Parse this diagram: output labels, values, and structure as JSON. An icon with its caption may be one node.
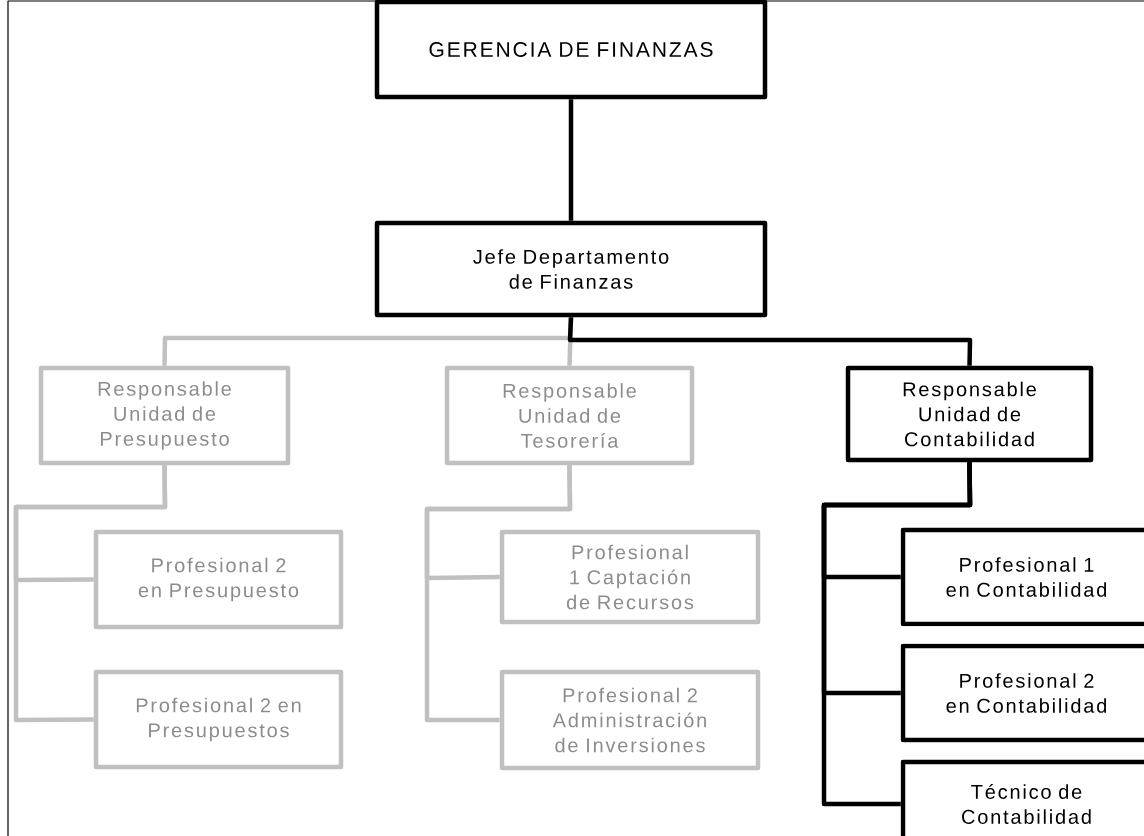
{
  "diagram": {
    "nodes": [
      {
        "text": [
          "GERENCIA DE FINANZAS"
        ]
      },
      {
        "text": [
          "Jefe Departamento de Finanzas"
        ]
      },
      {
        "text": [
          "Responsable Unidad de Presupuesto"
        ]
      },
      {
        "text": [
          "Responsable Unidad de Tesorería"
        ]
      },
      {
        "text": [
          "Responsable Unidad de Contabilidad"
        ]
      },
      {
        "text": [
          "Profesional 2 en Presupuesto"
        ]
      },
      {
        "text": [
          "Profesional 2 en Presupuestos"
        ]
      },
      {
        "text": [
          "Profesional 1 Captación de Recursos"
        ]
      },
      {
        "text": [
          "Profesional 2 Administración de Inversiones"
        ]
      },
      {
        "text": [
          "Profesional 1 en Contabilidad"
        ]
      },
      {
        "text": [
          "Profesional 2 en Contabilidad"
        ]
      },
      {
        "text": [
          "Técnico de Contabilidad"
        ]
      }
    ],
    "edges": [
      {
        "from": 0,
        "to": 1,
        "arrow": "none",
        "color": "#000000"
      },
      {
        "from": 1,
        "to": 2,
        "arrow": "none",
        "color": "#c0c0c0"
      },
      {
        "from": 1,
        "to": 3,
        "arrow": "none",
        "color": "#c0c0c0"
      },
      {
        "from": 1,
        "to": 4,
        "arrow": "none",
        "color": "#000000"
      },
      {
        "from": 2,
        "to": 5,
        "arrow": "none",
        "color": "#c0c0c0"
      },
      {
        "from": 2,
        "to": 6,
        "arrow": "none",
        "color": "#c0c0c0"
      },
      {
        "from": 3,
        "to": 7,
        "arrow": "none",
        "color": "#c0c0c0"
      },
      {
        "from": 3,
        "to": 8,
        "arrow": "none",
        "color": "#c0c0c0"
      },
      {
        "from": 4,
        "to": 9,
        "arrow": "none",
        "color": "#000000"
      },
      {
        "from": 4,
        "to": 10,
        "arrow": "none",
        "color": "#000000"
      },
      {
        "from": 4,
        "to": 11,
        "arrow": "none",
        "color": "#000000"
      }
    ]
  }
}
